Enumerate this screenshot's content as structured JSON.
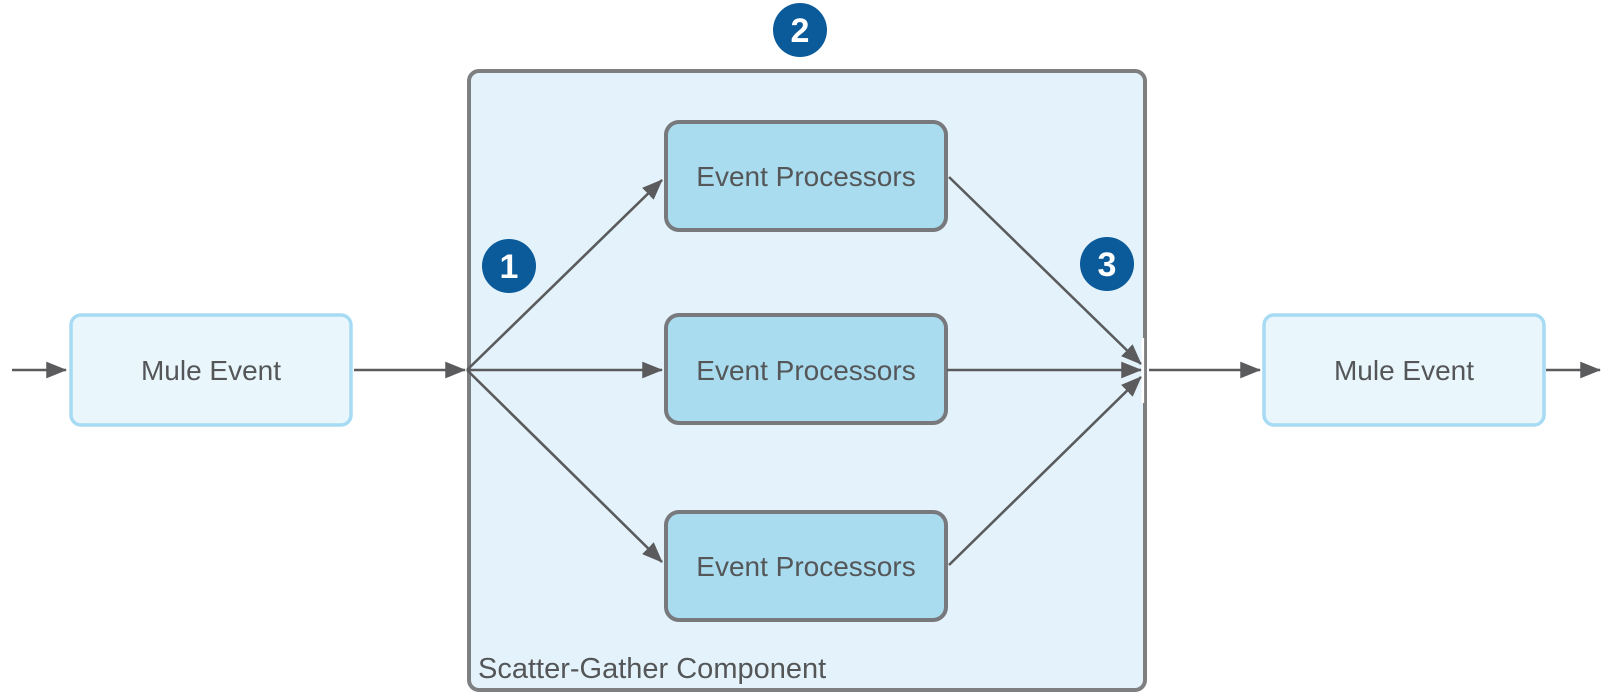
{
  "diagram": {
    "container": {
      "title": "Scatter-Gather Component"
    },
    "nodes": {
      "mule_event_in": {
        "label": "Mule Event"
      },
      "mule_event_out": {
        "label": "Mule Event"
      },
      "processors": [
        {
          "label": "Event Processors"
        },
        {
          "label": "Event Processors"
        },
        {
          "label": "Event Processors"
        }
      ]
    },
    "badges": [
      {
        "label": "1"
      },
      {
        "label": "2"
      },
      {
        "label": "3"
      }
    ],
    "colors": {
      "badge_fill": "#0b5a9a",
      "badge_text": "#ffffff",
      "container_fill": "#e4f3fb",
      "container_border": "#7d7f81",
      "processor_fill": "#aadcf0",
      "processor_border": "#77797c",
      "mule_fill": "#e9f7fd",
      "mule_border": "#a6dbf3",
      "arrow": "#5b5b5d",
      "text": "#545658",
      "merge_bar": "#ffffff"
    }
  }
}
